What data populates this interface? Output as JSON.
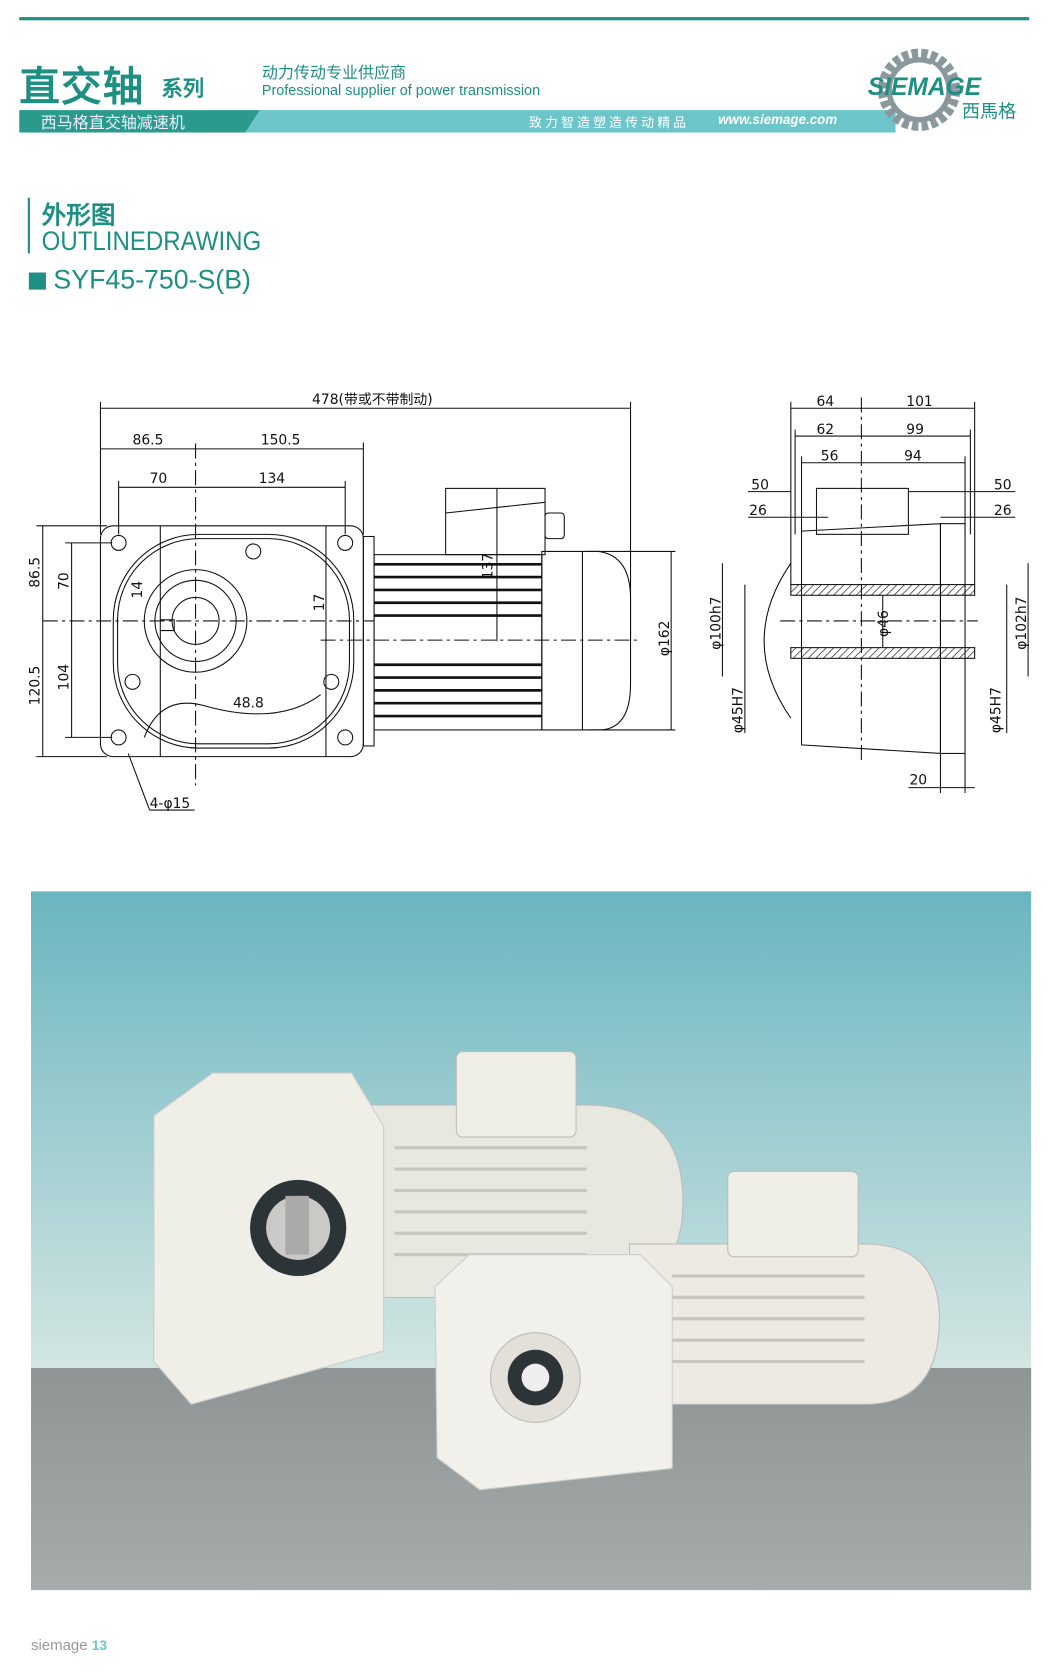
{
  "header": {
    "title": "直交轴",
    "series": "系列",
    "tagline_cn": "动力传动专业供应商",
    "tagline_en": "Professional supplier of power transmission",
    "band_label": "西马格直交轴减速机",
    "slogan": "致力智造塑造传动精品",
    "url": "www.siemage.com",
    "logo": {
      "brand": "SIEMAGE",
      "brand_cn": "西馬格",
      "icon": "gear-icon"
    },
    "colors": {
      "teal": "#1e8f83",
      "light_teal": "#6cc6c9",
      "gray": "#8a989d"
    }
  },
  "section": {
    "title_cn": "外形图",
    "title_en": "OUTLINEDRAWING",
    "model": "SYF45-750-S(B)"
  },
  "front_view": {
    "overall_length": "478(带或不带制动)",
    "dims": {
      "left_top": "86.5",
      "right_top": "150.5",
      "left_mid": "70",
      "right_mid": "134",
      "height_upper": "86.5",
      "height_lower": "120.5",
      "hole_upper": "70",
      "hole_lower": "104",
      "key_width": "14",
      "offset": "17",
      "bore_dim": "48.8",
      "box_height": "137",
      "motor_dia": "φ162",
      "holes": "4-φ15"
    }
  },
  "side_view": {
    "dims": {
      "l1": "64",
      "r1": "101",
      "l2": "62",
      "r2": "99",
      "l3": "56",
      "r3": "94",
      "l_50": "50",
      "l_26": "26",
      "r_50": "50",
      "r_26": "26",
      "pilot_left": "φ100h7",
      "bore_left": "φ45H7",
      "shaft": "φ46",
      "pilot_right": "φ102h7",
      "bore_right": "φ45H7",
      "foot": "20"
    }
  },
  "footer": {
    "brand": "siemage",
    "page": "13"
  }
}
